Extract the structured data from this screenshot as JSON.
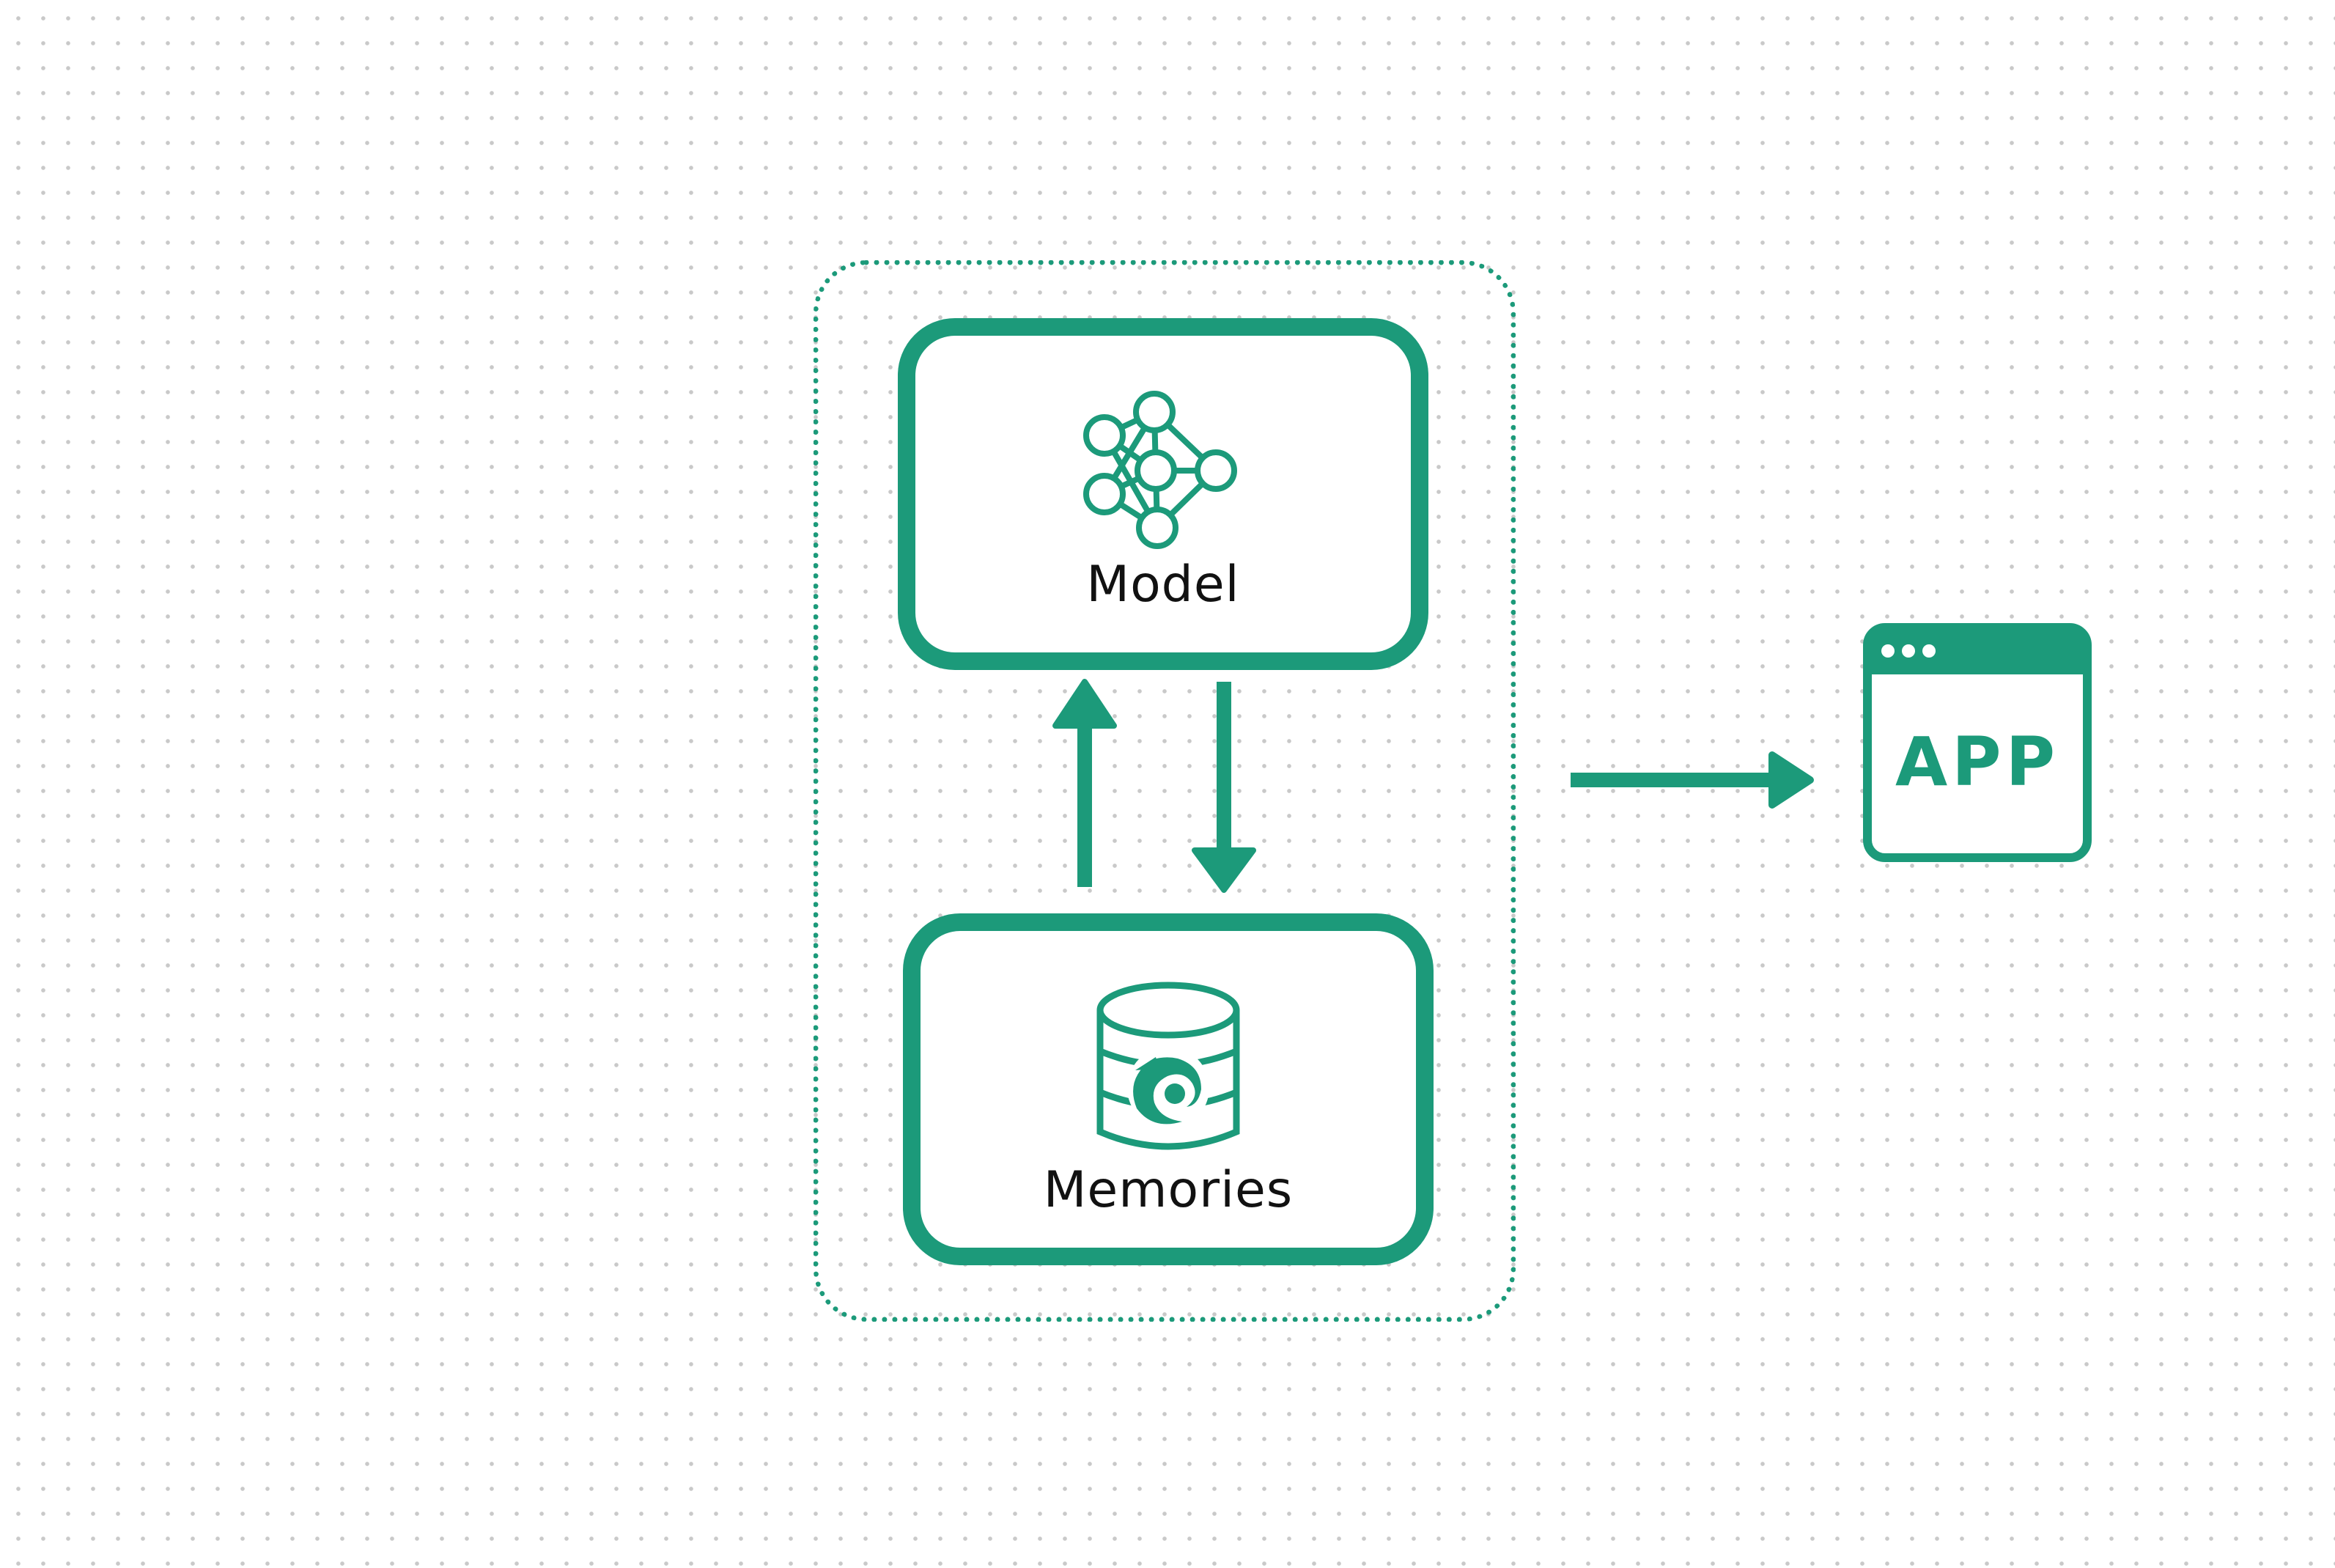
{
  "diagram": {
    "nodes": {
      "model": {
        "label": "Model",
        "icon": "neural-network-icon"
      },
      "memories": {
        "label": "Memories",
        "icon": "database-icon"
      },
      "app": {
        "label": "APP",
        "icon": "app-window-icon"
      }
    },
    "edges": [
      {
        "from": "memories",
        "to": "model"
      },
      {
        "from": "model",
        "to": "memories"
      },
      {
        "from": "group",
        "to": "app"
      }
    ],
    "colors": {
      "accent": "#1c9a7a",
      "text": "#111111",
      "background": "#ffffff",
      "grid_dots": "#c9c9c9"
    }
  }
}
